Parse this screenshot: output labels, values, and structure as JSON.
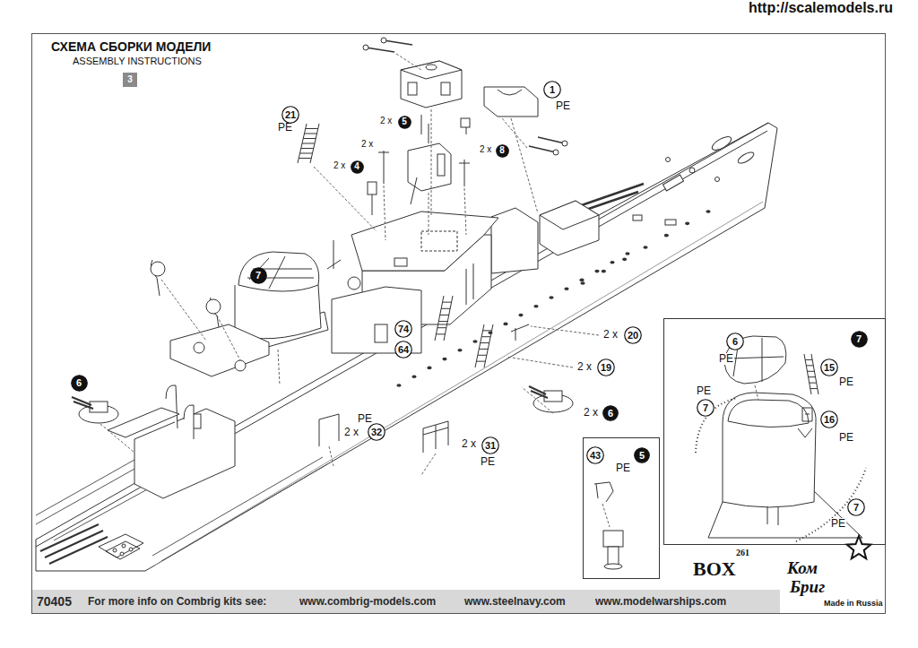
{
  "diagram": {
    "title": "СХЕМА СБОРКИ МОДЕЛИ",
    "nodes": [
      {
        "text": [
          "3"
        ]
      },
      {
        "text": [
          "1"
        ]
      },
      {
        "text": [
          "21"
        ]
      },
      {
        "text": [
          "5"
        ]
      },
      {
        "text": [
          "8"
        ]
      },
      {
        "text": [
          "4"
        ]
      },
      {
        "text": [
          "7"
        ]
      },
      {
        "text": [
          "74"
        ]
      },
      {
        "text": [
          "20"
        ]
      },
      {
        "text": [
          "64"
        ]
      },
      {
        "text": [
          "19"
        ]
      },
      {
        "text": [
          "6"
        ]
      },
      {
        "text": [
          "6"
        ]
      },
      {
        "text": [
          "32"
        ]
      },
      {
        "text": [
          "31"
        ]
      },
      {
        "text": [
          "7"
        ]
      },
      {
        "text": [
          "6"
        ]
      },
      {
        "text": [
          "15"
        ]
      },
      {
        "text": [
          "7"
        ]
      },
      {
        "text": [
          "16"
        ]
      },
      {
        "text": [
          "43"
        ]
      },
      {
        "text": [
          "5"
        ]
      },
      {
        "text": [
          "7"
        ]
      }
    ],
    "labels": [
      "ASSEMBLY INSTRUCTIONS",
      "http://scalemodels.ru",
      "PE",
      "PE",
      "2 x",
      "2 x",
      "2 x",
      "2 x",
      "2 x",
      "2 x",
      "2 x",
      "PE",
      "2 x",
      "2 x",
      "PE",
      "PE",
      "PE",
      "PE",
      "PE",
      "PE",
      "PE",
      "BOX",
      "261",
      "Ком",
      "Бриг",
      "Made in Russia",
      "70405",
      "For more info on Combrig kits see:",
      "www.combrig-models.com",
      "www.steelnavy.com",
      "www.modelwarships.com"
    ]
  }
}
